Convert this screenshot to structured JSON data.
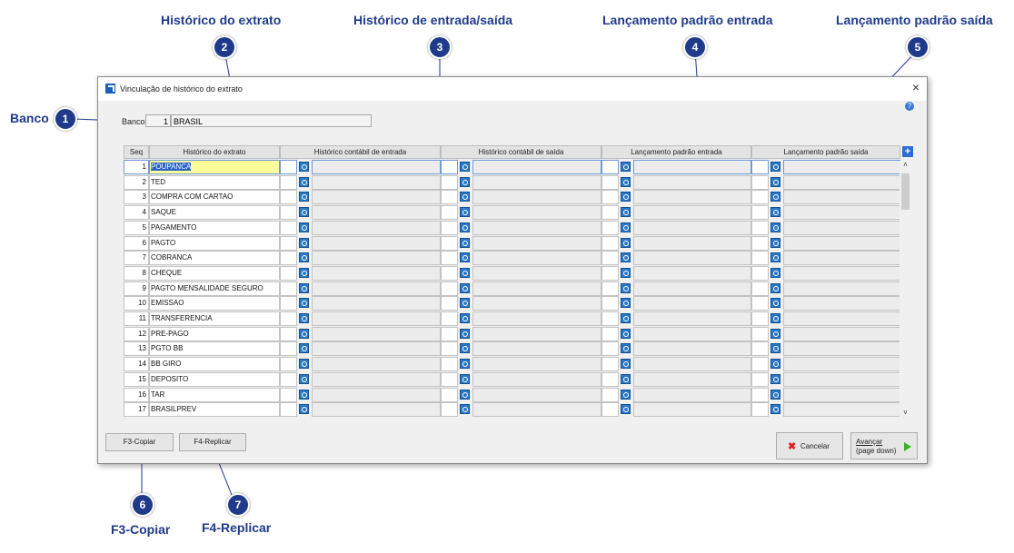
{
  "callouts": {
    "banco": "Banco",
    "historico_extrato": "Histórico do extrato",
    "historico_entrada_saida": "Histórico de entrada/saída",
    "lancamento_entrada": "Lançamento padrão entrada",
    "lancamento_saida": "Lançamento padrão saída",
    "f3": "F3-Copiar",
    "f4": "F4-Replicar",
    "badges": [
      "1",
      "2",
      "3",
      "4",
      "5",
      "6",
      "7"
    ]
  },
  "window": {
    "title": "Vinculação de histórico do extrato",
    "close": "×",
    "help": "?"
  },
  "banco": {
    "label": "Banco",
    "number": "1",
    "name": "BRASIL"
  },
  "table": {
    "headers": [
      "Seq",
      "Histórico do extrato",
      "Histórico contábil de entrada",
      "Histórico contábil de saída",
      "Lançamento padrão entrada",
      "Lançamento padrão saída"
    ],
    "add_button": "+",
    "rows": [
      {
        "seq": "1",
        "historico": "POUPANCA"
      },
      {
        "seq": "2",
        "historico": "TED"
      },
      {
        "seq": "3",
        "historico": "COMPRA COM CARTAO"
      },
      {
        "seq": "4",
        "historico": "SAQUE"
      },
      {
        "seq": "5",
        "historico": "PAGAMENTO"
      },
      {
        "seq": "6",
        "historico": "PAGTO"
      },
      {
        "seq": "7",
        "historico": "COBRANCA"
      },
      {
        "seq": "8",
        "historico": "CHEQUE"
      },
      {
        "seq": "9",
        "historico": "PAGTO MENSALIDADE SEGURO"
      },
      {
        "seq": "10",
        "historico": "EMISSAO"
      },
      {
        "seq": "11",
        "historico": "TRANSFERENCIA"
      },
      {
        "seq": "12",
        "historico": "PRE-PAGO"
      },
      {
        "seq": "13",
        "historico": "PGTO BB"
      },
      {
        "seq": "14",
        "historico": "BB GIRO"
      },
      {
        "seq": "15",
        "historico": "DEPOSITO"
      },
      {
        "seq": "16",
        "historico": "TAR"
      },
      {
        "seq": "17",
        "historico": "BRASILPREV"
      }
    ]
  },
  "scrollbar": {
    "up": "˄",
    "down": "˅"
  },
  "buttons": {
    "f3": "F3-Copiar",
    "f4": "F4-Replicar",
    "cancelar": "Cancelar",
    "avancar": "Avançar",
    "avancar_sub": "(page down)"
  },
  "icons": {
    "lookup": "lookup-icon",
    "add": "add-icon",
    "cancel": "cancel-x-icon",
    "next": "green-arrow-right-icon",
    "help": "help-icon",
    "app": "app-icon"
  },
  "colors": {
    "callout": "#1f3a8a",
    "selection": "#2a63c9",
    "edit_highlight": "#ffff99",
    "lookup_button": "#2a78c8"
  }
}
